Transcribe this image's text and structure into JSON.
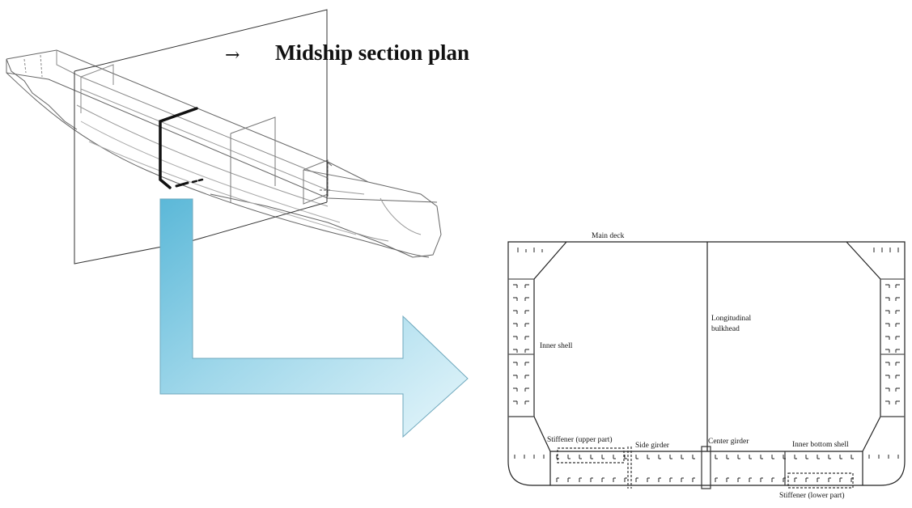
{
  "title": {
    "arrow_glyph": "→",
    "text": "Midship section plan"
  },
  "section_labels": {
    "main_deck": "Main deck",
    "inner_shell": "Inner shell",
    "longitudinal_bulkhead_line1": "Longitudinal",
    "longitudinal_bulkhead_line2": "bulkhead",
    "stiffener_upper": "Stiffener (upper part)",
    "side_girder": "Side girder",
    "center_girder": "Center girder",
    "inner_bottom_shell": "Inner bottom shell",
    "stiffener_lower": "Stiffener (lower part)"
  },
  "colors": {
    "big_arrow_light": "#e6f6fb",
    "big_arrow_mid": "#9fd7ea",
    "big_arrow_dark": "#5bb8d8",
    "line": "#222222",
    "hull_line": "#555555"
  }
}
